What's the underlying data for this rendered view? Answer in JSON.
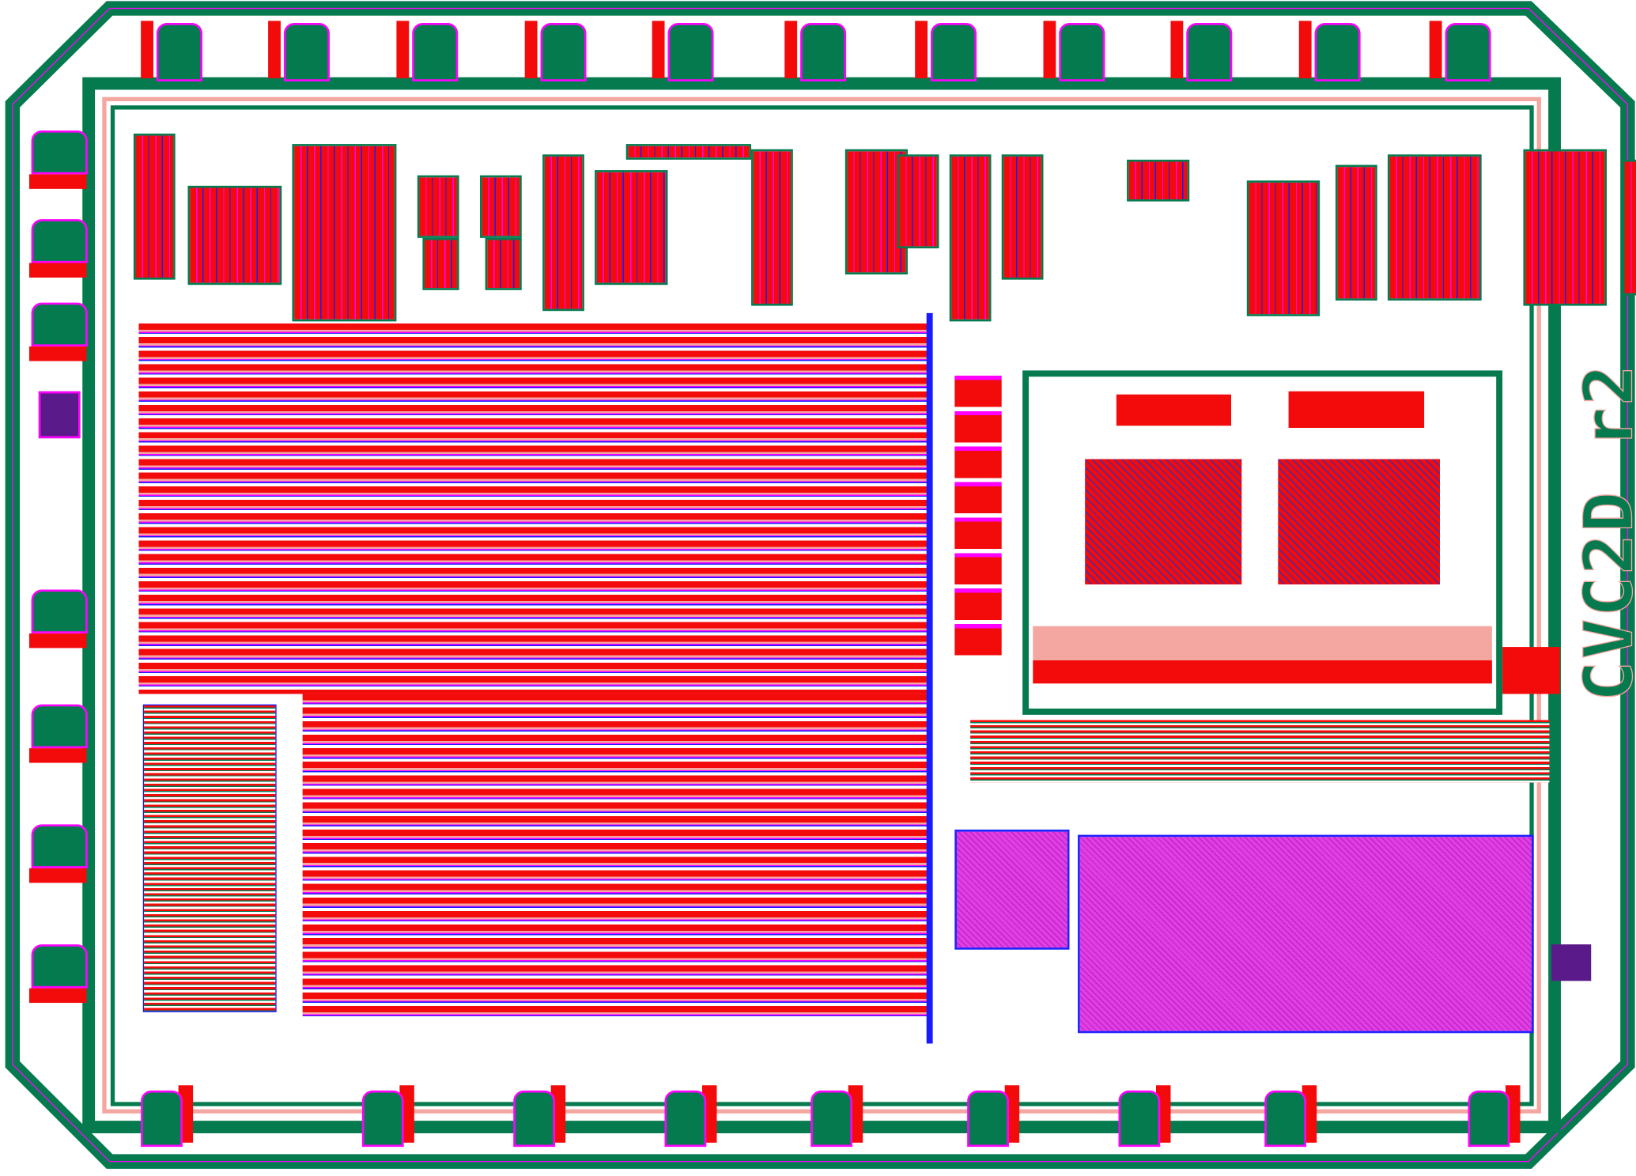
{
  "chip_label": "CVC2D_r2",
  "layer_colors": {
    "metal1": "#f30a0a",
    "metal2": "#067a4f",
    "poly": "#f4a6a0",
    "via": "#ff00ff",
    "diffusion": "#1a1aff"
  },
  "top_pad_count": 11,
  "bottom_pad_count": 9,
  "left_pad_count": 7
}
